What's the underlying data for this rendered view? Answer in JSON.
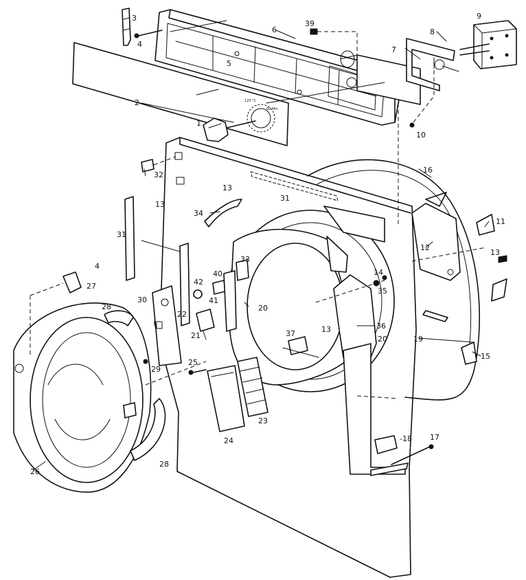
{
  "panel_text": {
    "dial_text_1": "120 °C",
    "dial_text_2": "60 Min"
  },
  "callouts": {
    "c1": "1",
    "c2": "2",
    "c3": "3",
    "c4a": "4",
    "c4b": "4",
    "c5": "5",
    "c6": "6",
    "c7": "7",
    "c8": "8",
    "c9": "9",
    "c10": "10",
    "c11": "11",
    "c12": "12",
    "c13a": "13",
    "c13b": "13",
    "c13c": "13",
    "c13d": "13",
    "c14": "14",
    "c15": "15",
    "c16": "16",
    "c17": "17",
    "c18": "-18",
    "c19": "19",
    "c20a": "20",
    "c20b": "20",
    "c21": "21",
    "c22": "22",
    "c23": "23",
    "c24": "24",
    "c25": "25",
    "c26": "26",
    "c27": "27",
    "c28a": "28",
    "c28b": "28",
    "c29": "29",
    "c30": "30",
    "c31a": "31",
    "c31b": "31",
    "c32": "32",
    "c33": "33",
    "c34": "34",
    "c35": "35",
    "c36": "36",
    "c37": "37",
    "c39": "39",
    "c40": "40",
    "c41": "41",
    "c42": "42"
  }
}
